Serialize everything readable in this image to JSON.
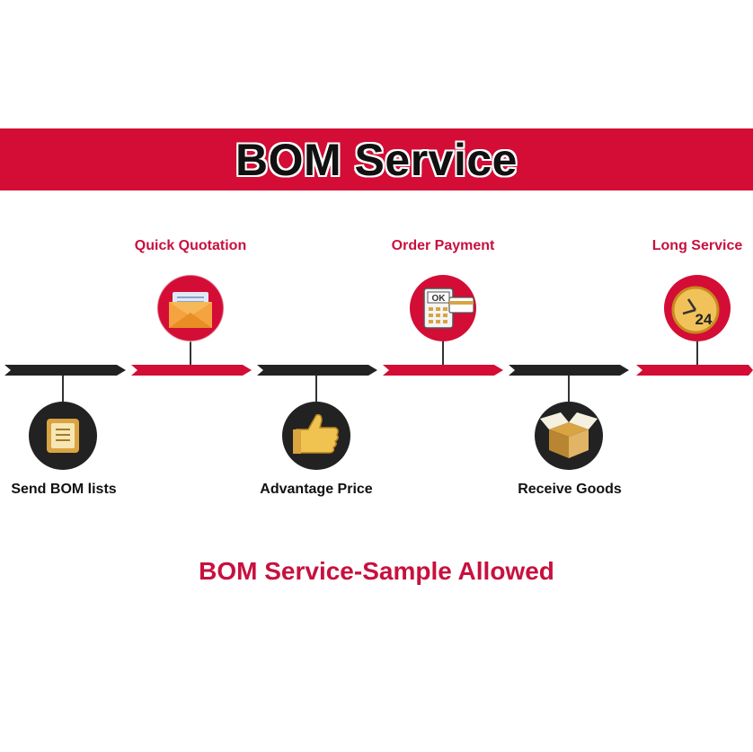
{
  "banner": {
    "title": "BOM Service"
  },
  "steps_top": [
    {
      "label": "Quick Quotation",
      "icon": "envelope-icon"
    },
    {
      "label": "Order Payment",
      "icon": "payment-terminal-icon"
    },
    {
      "label": "Long Service",
      "icon": "clock-24h-icon"
    }
  ],
  "steps_bottom": [
    {
      "label": "Send BOM lists",
      "icon": "document-list-icon"
    },
    {
      "label": "Advantage Price",
      "icon": "thumbs-up-icon"
    },
    {
      "label": "Receive Goods",
      "icon": "open-box-icon"
    }
  ],
  "icon_text": {
    "ok": "OK",
    "hours": "24"
  },
  "subtitle": "BOM Service-Sample Allowed",
  "colors": {
    "brand_red": "#d30d35",
    "dark": "#222222",
    "gold": "#d9a441"
  }
}
